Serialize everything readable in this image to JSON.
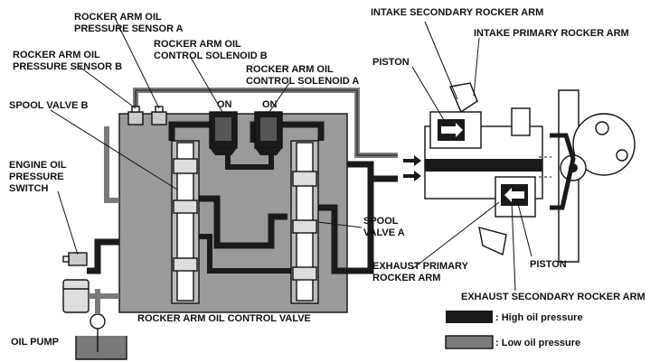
{
  "labels": {
    "sensor_a": [
      "ROCKER ARM OIL",
      "PRESSURE SENSOR A"
    ],
    "sensor_b": [
      "ROCKER ARM OIL",
      "PRESSURE SENSOR B"
    ],
    "solenoid_b": [
      "ROCKER ARM OIL",
      "CONTROL SOLENOID B"
    ],
    "solenoid_a": [
      "ROCKER ARM OIL",
      "CONTROL SOLENOID A"
    ],
    "spool_valve_b": "SPOOL VALVE B",
    "engine_oil_pressure_switch": [
      "ENGINE OIL",
      "PRESSURE",
      "SWITCH"
    ],
    "spool_valve_a": [
      "SPOOL",
      "VALVE A"
    ],
    "control_valve": "ROCKER ARM OIL CONTROL VALVE",
    "oil_pump": "OIL PUMP",
    "intake_secondary": "INTAKE SECONDARY ROCKER ARM",
    "intake_primary": "INTAKE PRIMARY ROCKER ARM",
    "piston_top": "PISTON",
    "piston_bottom": "PISTON",
    "exhaust_primary": [
      "EXHAUST PRIMARY",
      "ROCKER ARM"
    ],
    "exhaust_secondary": "EXHAUST SECONDARY ROCKER ARM",
    "on_b": "ON",
    "on_a": "ON"
  },
  "legend": {
    "high": ": High oil pressure",
    "low": ": Low oil pressure"
  },
  "colors": {
    "high_pressure": "#1a1a1a",
    "low_pressure": "#7a7a7a",
    "valve_body": "#9a9a9a",
    "outline": "#111111"
  }
}
